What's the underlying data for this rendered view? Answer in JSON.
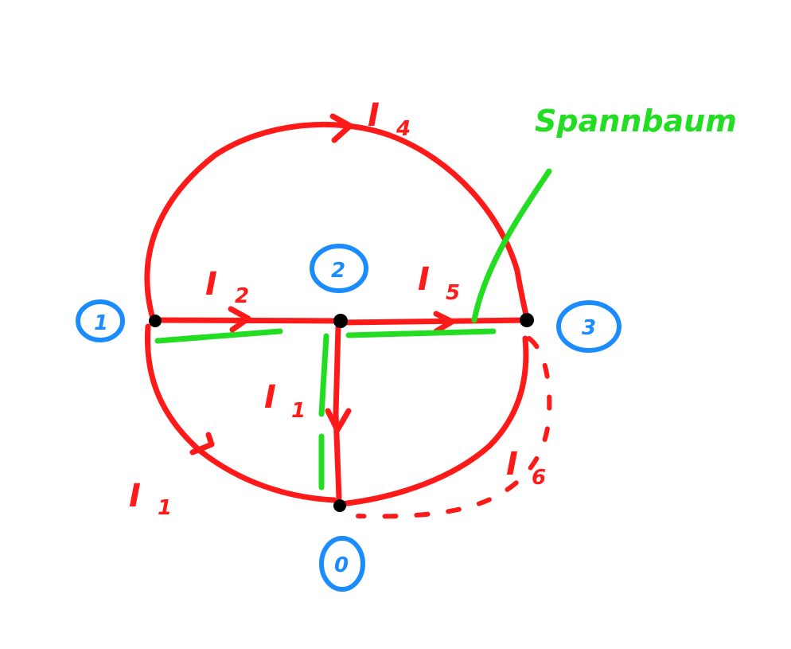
{
  "nodes": [
    {
      "id": "node-1",
      "label": "1"
    },
    {
      "id": "node-2",
      "label": "2"
    },
    {
      "id": "node-3",
      "label": "3"
    },
    {
      "id": "node-0",
      "label": "0"
    }
  ],
  "currents": {
    "i1_main": "I",
    "i1_main_sub": "1",
    "i1_lower": "I",
    "i1_lower_sub": "1",
    "i2": "I",
    "i2_sub": "2",
    "i4": "I",
    "i4_sub": "4",
    "i5": "I",
    "i5_sub": "5",
    "i6": "I",
    "i6_sub": "6"
  },
  "annotation": "Spannbaum",
  "colors": {
    "branch": "#ff1a1a",
    "spanning_tree": "#22dd22",
    "node_label": "#1a8cff",
    "node_dot": "#000000"
  }
}
